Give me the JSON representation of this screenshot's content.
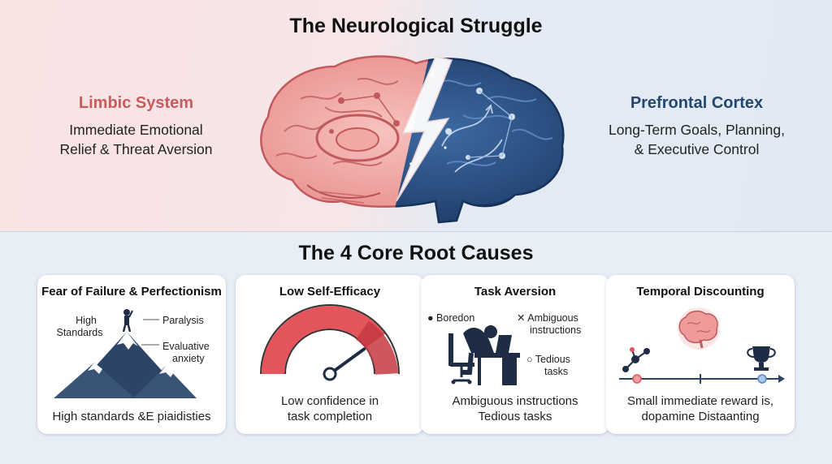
{
  "title": "The Neurological Struggle",
  "limbic": {
    "title": "Limbic System",
    "desc_line1": "Immediate Emotional",
    "desc_line2": "Relief & Threat Aversion"
  },
  "prefrontal": {
    "title": "Prefrontal Cortex",
    "desc_line1": "Long-Term Goals, Planning,",
    "desc_line2": "& Executive Control"
  },
  "causes_title": "The 4 Core Root Causes",
  "cards": [
    {
      "title": "Fear of Failure & Perfectionism",
      "labels": {
        "high": "High",
        "standards": "Standards",
        "paralysis": "Paralysis",
        "evaluative": "Evaluative",
        "anxiety": "anxiety"
      },
      "caption_line1": "High standards &E piaidisties"
    },
    {
      "title": "Low Self-Efficacy",
      "caption_line1": "Low confidence in",
      "caption_line2": "task completion",
      "gauge_level": 0.8
    },
    {
      "title": "Task Aversion",
      "labels": {
        "boredom": "Boredon",
        "ambiguous1": "Ambiguous",
        "ambiguous2": "instructions",
        "tedious1": "Tedious",
        "tedious2": "tasks"
      },
      "caption_line1": "Ambiguous instructions",
      "caption_line2": "Tedious tasks"
    },
    {
      "title": "Temporal Discounting",
      "caption_line1": "Small immediate reward is,",
      "caption_line2": "doрamine Distaanting"
    }
  ],
  "colors": {
    "limbic_red": "#c95b5e",
    "cortex_blue": "#24466f",
    "mountain_blue": "#2d4466",
    "gauge_red": "#e4545b"
  },
  "icons": [
    "brain-icon",
    "lightning-bolt-icon",
    "mountain-icon",
    "gauge-icon",
    "desk-person-icon",
    "molecule-icon",
    "trophy-icon"
  ]
}
